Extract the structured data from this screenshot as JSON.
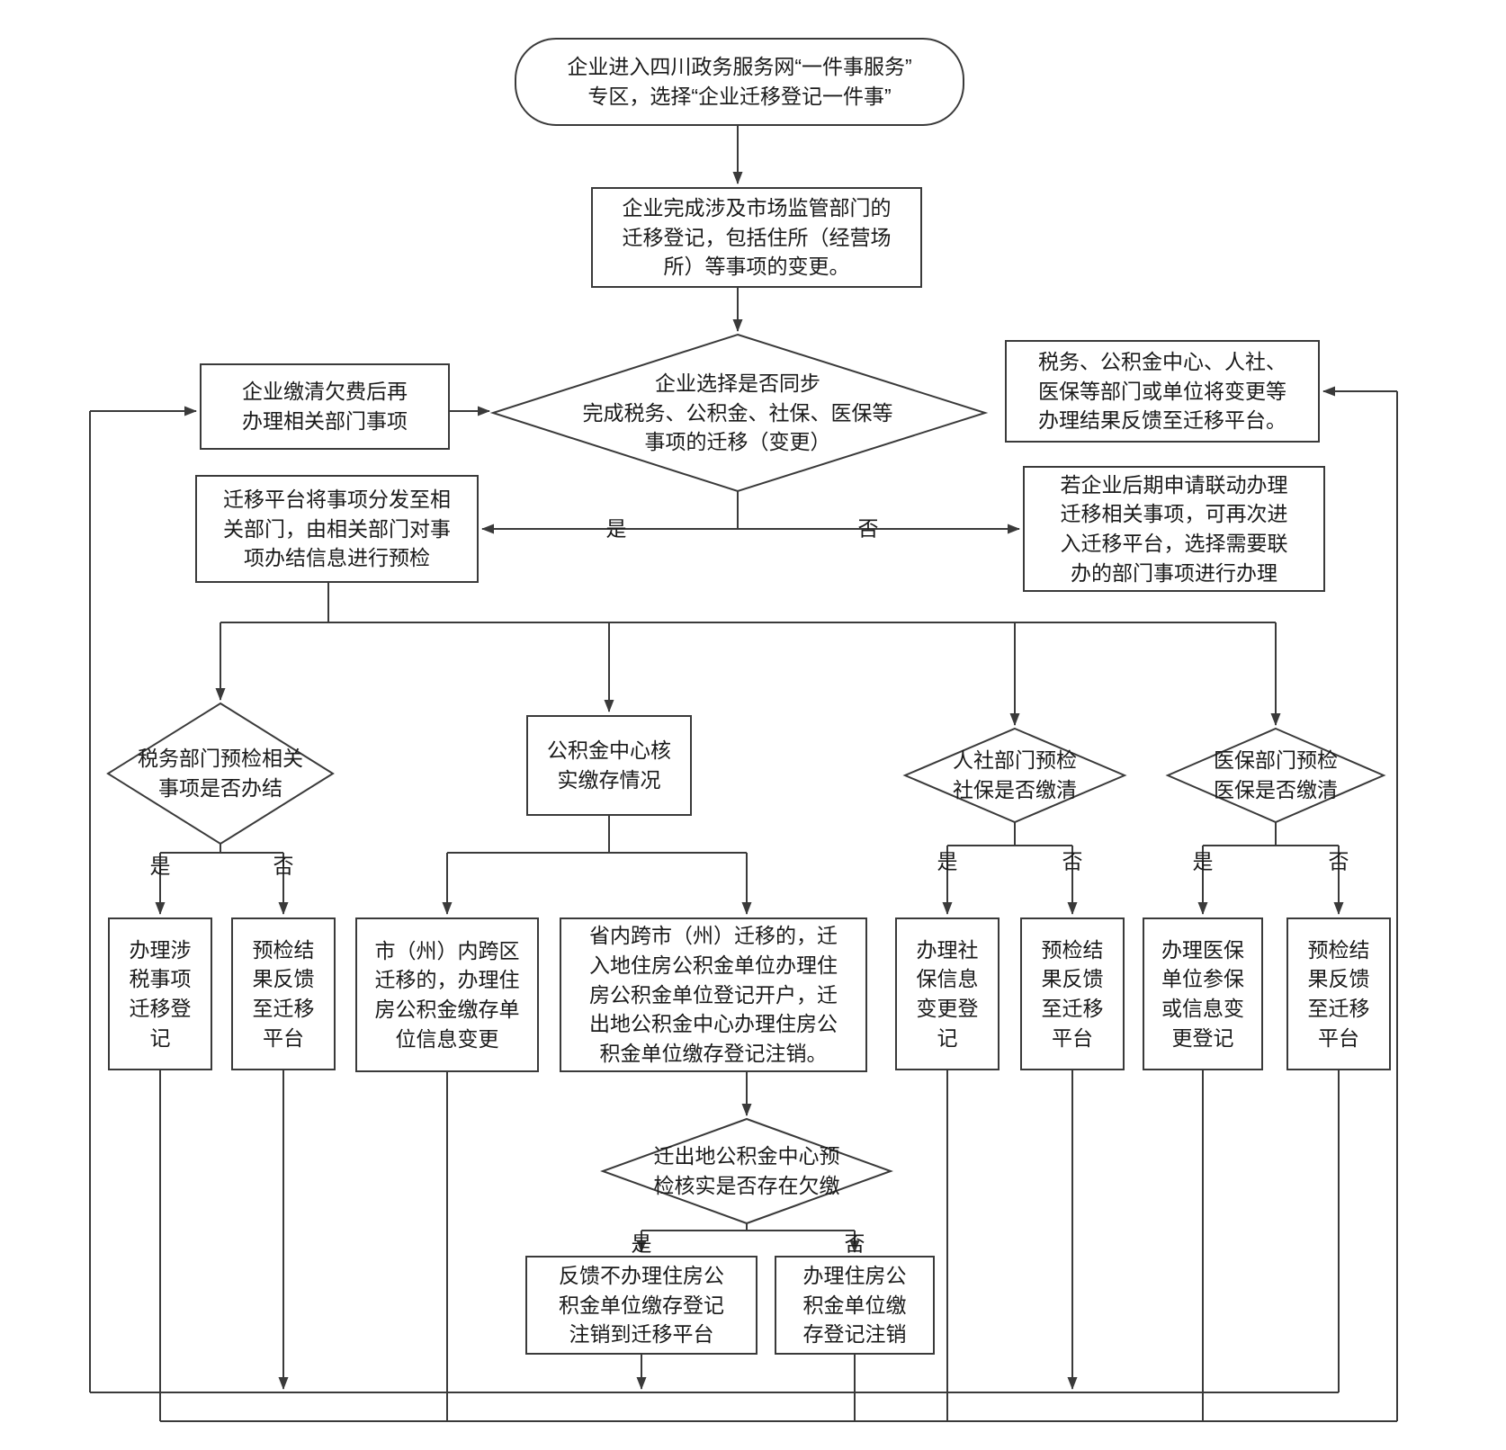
{
  "flowchart": {
    "nodes": {
      "start": "企业进入四川政务服务网“一件事服务”\n专区，选择“企业迁移登记一件事”",
      "market_registration": "企业完成涉及市场监管部门的\n迁移登记，包括住所（经营场\n所）等事项的变更。",
      "sync_decision": "企业选择是否同步\n完成税务、公积金、社保、医保等\n事项的迁移（变更）",
      "pay_arrears": "企业缴清欠费后再\n办理相关部门事项",
      "result_feedback": "税务、公积金中心、人社、\n医保等部门或单位将变更等\n办理结果反馈至迁移平台。",
      "dispatch_precheck": "迁移平台将事项分发至相\n关部门，由相关部门对事\n项办结信息进行预检",
      "later_joint_handling": "若企业后期申请联动办理\n迁移相关事项，可再次进\n入迁移平台，选择需要联\n办的部门事项进行办理",
      "tax_precheck": "税务部门预检相关\n事项是否办结",
      "fund_verify": "公积金中心核\n实缴存情况",
      "social_precheck": "人社部门预检\n社保是否缴清",
      "medical_precheck": "医保部门预检\n医保是否缴清",
      "tax_yes": "办理涉\n税事项\n迁移登\n记",
      "tax_no": "预检结\n果反馈\n至迁移\n平台",
      "fund_intra_city": "市（州）内跨区\n迁移的，办理住\n房公积金缴存单\n位信息变更",
      "fund_inter_city": "省内跨市（州）迁移的，迁\n入地住房公积金单位办理住\n房公积金单位登记开户，迁\n出地公积金中心办理住房公\n积金单位缴存登记注销。",
      "fund_arrears_check": "迁出地公积金中心预\n检核实是否存在欠缴",
      "fund_arrears_yes": "反馈不办理住房公\n积金单位缴存登记\n注销到迁移平台",
      "fund_arrears_no": "办理住房公\n积金单位缴\n存登记注销",
      "social_yes": "办理社\n保信息\n变更登\n记",
      "social_no": "预检结\n果反馈\n至迁移\n平台",
      "medical_yes": "办理医保\n单位参保\n或信息变\n更登记",
      "medical_no": "预检结\n果反馈\n至迁移\n平台"
    },
    "labels": {
      "yes": "是",
      "no": "否"
    }
  }
}
